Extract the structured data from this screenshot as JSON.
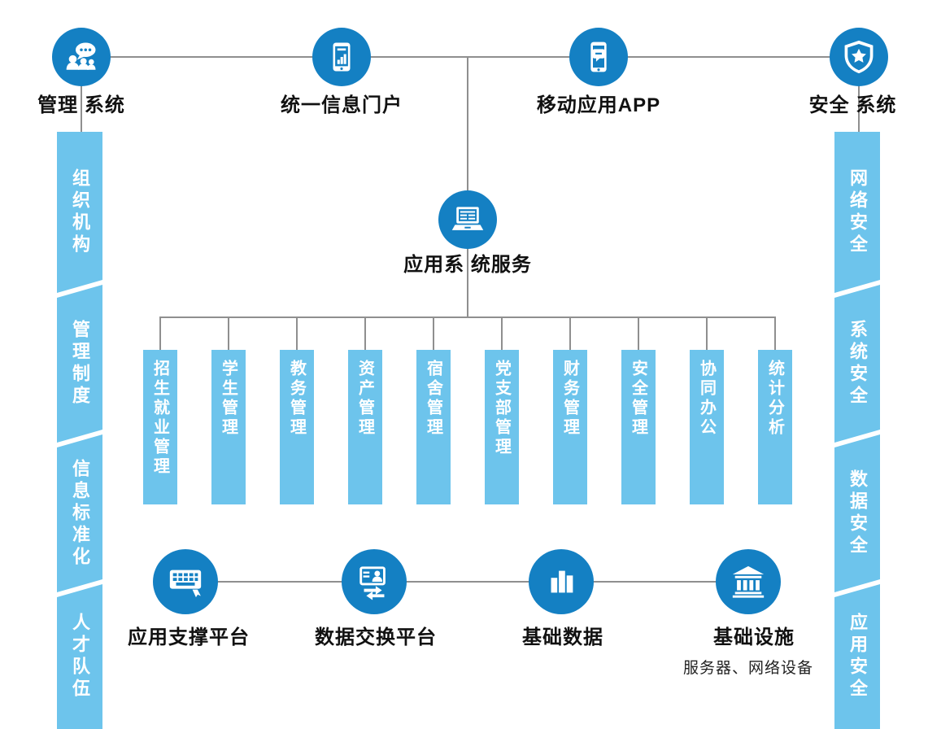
{
  "colors": {
    "node_circle": "#1480c3",
    "side_bar": "#6dc4ec",
    "connector": "#8f8f8f",
    "label_text": "#111111"
  },
  "top_nodes": [
    {
      "label": "管理 系统",
      "icon": "people-chat-icon"
    },
    {
      "label": "统一信息门户",
      "icon": "tablet-portal-icon"
    },
    {
      "label": "移动应用APP",
      "icon": "phone-chat-icon"
    },
    {
      "label": "安全 系统",
      "icon": "shield-star-icon"
    }
  ],
  "left_pillar": {
    "items": [
      "组织机构",
      "管理制度",
      "信息标准化",
      "人才队伍"
    ]
  },
  "right_pillar": {
    "items": [
      "网络安全",
      "系统安全",
      "数据安全",
      "应用安全"
    ]
  },
  "center_node": {
    "label": "应用系 统服务",
    "icon": "laptop-icon"
  },
  "app_modules": [
    "招生就业管理",
    "学生管理",
    "教务管理",
    "资产管理",
    "宿舍管理",
    "党支部管理",
    "财务管理",
    "安全管理",
    "协同办公",
    "统计分析"
  ],
  "bottom_nodes": [
    {
      "label": "应用支撑平台",
      "icon": "keyboard-icon"
    },
    {
      "label": "数据交换平台",
      "icon": "data-exchange-icon"
    },
    {
      "label": "基础数据",
      "icon": "bar-chart-icon"
    },
    {
      "label": "基础设施",
      "sublabel": "服务器、网络设备",
      "icon": "bank-icon"
    }
  ]
}
